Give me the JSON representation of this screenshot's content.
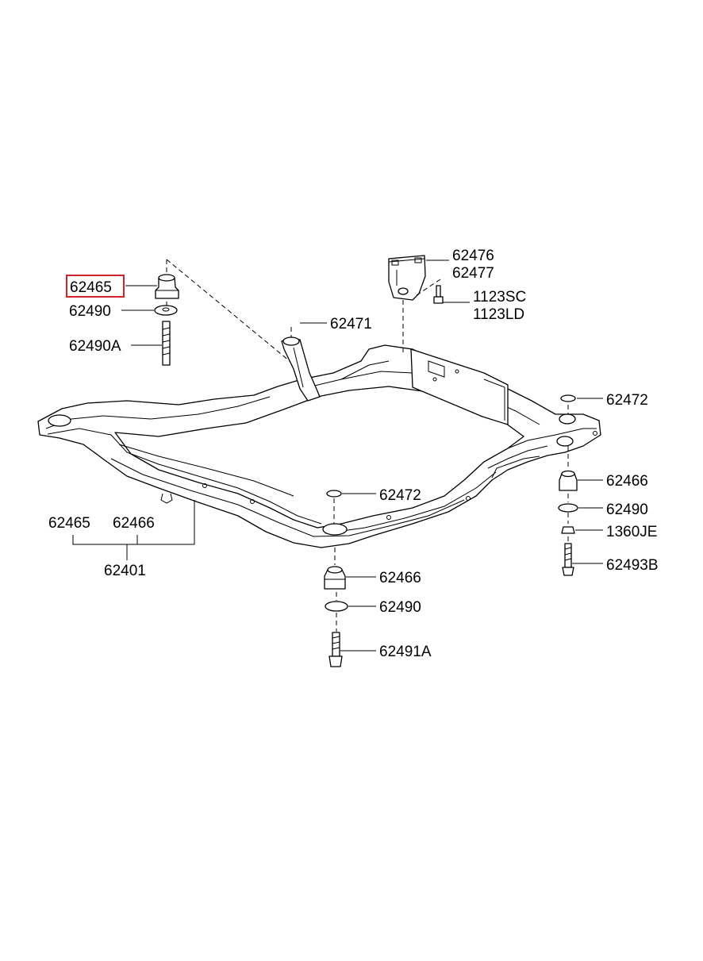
{
  "labels": {
    "p62465_highlight": "62465",
    "p62490_top": "62490",
    "p62490A": "62490A",
    "p62471": "62471",
    "p62476": "62476",
    "p62477": "62477",
    "p1123SC": "1123SC",
    "p1123LD": "1123LD",
    "p62472_right": "62472",
    "p62466_right": "62466",
    "p62490_right": "62490",
    "p1360JE": "1360JE",
    "p62493B": "62493B",
    "p62472_center": "62472",
    "p62466_center": "62466",
    "p62490_center": "62490",
    "p62491A": "62491A",
    "group_62465": "62465",
    "group_62466": "62466",
    "group_62401": "62401"
  },
  "highlight_color": "#d0242b"
}
